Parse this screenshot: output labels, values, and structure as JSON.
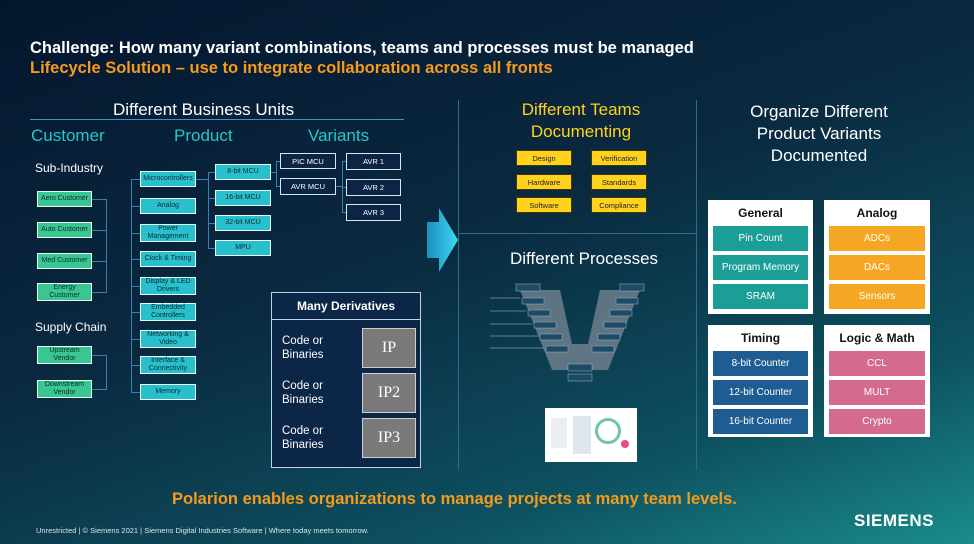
{
  "title": "Challenge: How many variant combinations, teams and processes must be managed",
  "subtitle": "Lifecycle Solution – use to integrate collaboration across all fronts",
  "business_units": {
    "header": "Different Business Units",
    "customer_label": "Customer",
    "product_label": "Product",
    "variants_label": "Variants",
    "sub_industry_label": "Sub-Industry",
    "supply_chain_label": "Supply Chain",
    "customers": [
      "Aero Customer",
      "Auto Customer",
      "Med Customer",
      "Energy Customer"
    ],
    "supply_chain": [
      "Upstream Vendor",
      "Downstream Vendor"
    ],
    "products": [
      "Microcontrollers",
      "Analog",
      "Power Management",
      "Clock & Timing",
      "Display & LED Drivers",
      "Embedded Controllers",
      "Networking & Video",
      "Interface & Connectivity",
      "Memory"
    ],
    "mcu_types": [
      "8-bit MCU",
      "16-bit MCU",
      "32-bit MCU",
      "MPU"
    ],
    "mcu_families": [
      "PIC MCU",
      "AVR MCU"
    ],
    "avr_variants": [
      "AVR 1",
      "AVR 2",
      "AVR 3"
    ]
  },
  "derivatives": {
    "header": "Many Derivatives",
    "rows": [
      {
        "text": "Code or Binaries",
        "ip": "IP"
      },
      {
        "text": "Code or Binaries",
        "ip": "IP2"
      },
      {
        "text": "Code or Binaries",
        "ip": "IP3"
      }
    ]
  },
  "teams": {
    "header": "Different Teams Documenting",
    "items": [
      "Design",
      "Verification",
      "Hardware",
      "Standards",
      "Software",
      "Compliance"
    ]
  },
  "processes": {
    "header": "Different Processes"
  },
  "variants_panel": {
    "header": "Organize Different Product Variants Documented",
    "groups": [
      {
        "title": "General",
        "color": "#1a9e96",
        "items": [
          "Pin Count",
          "Program Memory",
          "SRAM"
        ]
      },
      {
        "title": "Analog",
        "color": "#f5a623",
        "items": [
          "ADCs",
          "DACs",
          "Sensors"
        ]
      },
      {
        "title": "Timing",
        "color": "#1e5d91",
        "items": [
          "8-bit Counter",
          "12-bit Counter",
          "16-bit Counter"
        ]
      },
      {
        "title": "Logic & Math",
        "color": "#d46a8e",
        "items": [
          "CCL",
          "MULT",
          "Crypto"
        ]
      }
    ]
  },
  "tagline": "Polarion enables organizations to manage projects at many team levels.",
  "footer": "Unrestricted | © Siemens 2021 | Siemens Digital Industries Software | Where today meets tomorrow.",
  "logo": "SIEMENS",
  "colors": {
    "accent_orange": "#f59a1d",
    "accent_yellow": "#ffd21e",
    "accent_cyan": "#24c8c8"
  }
}
